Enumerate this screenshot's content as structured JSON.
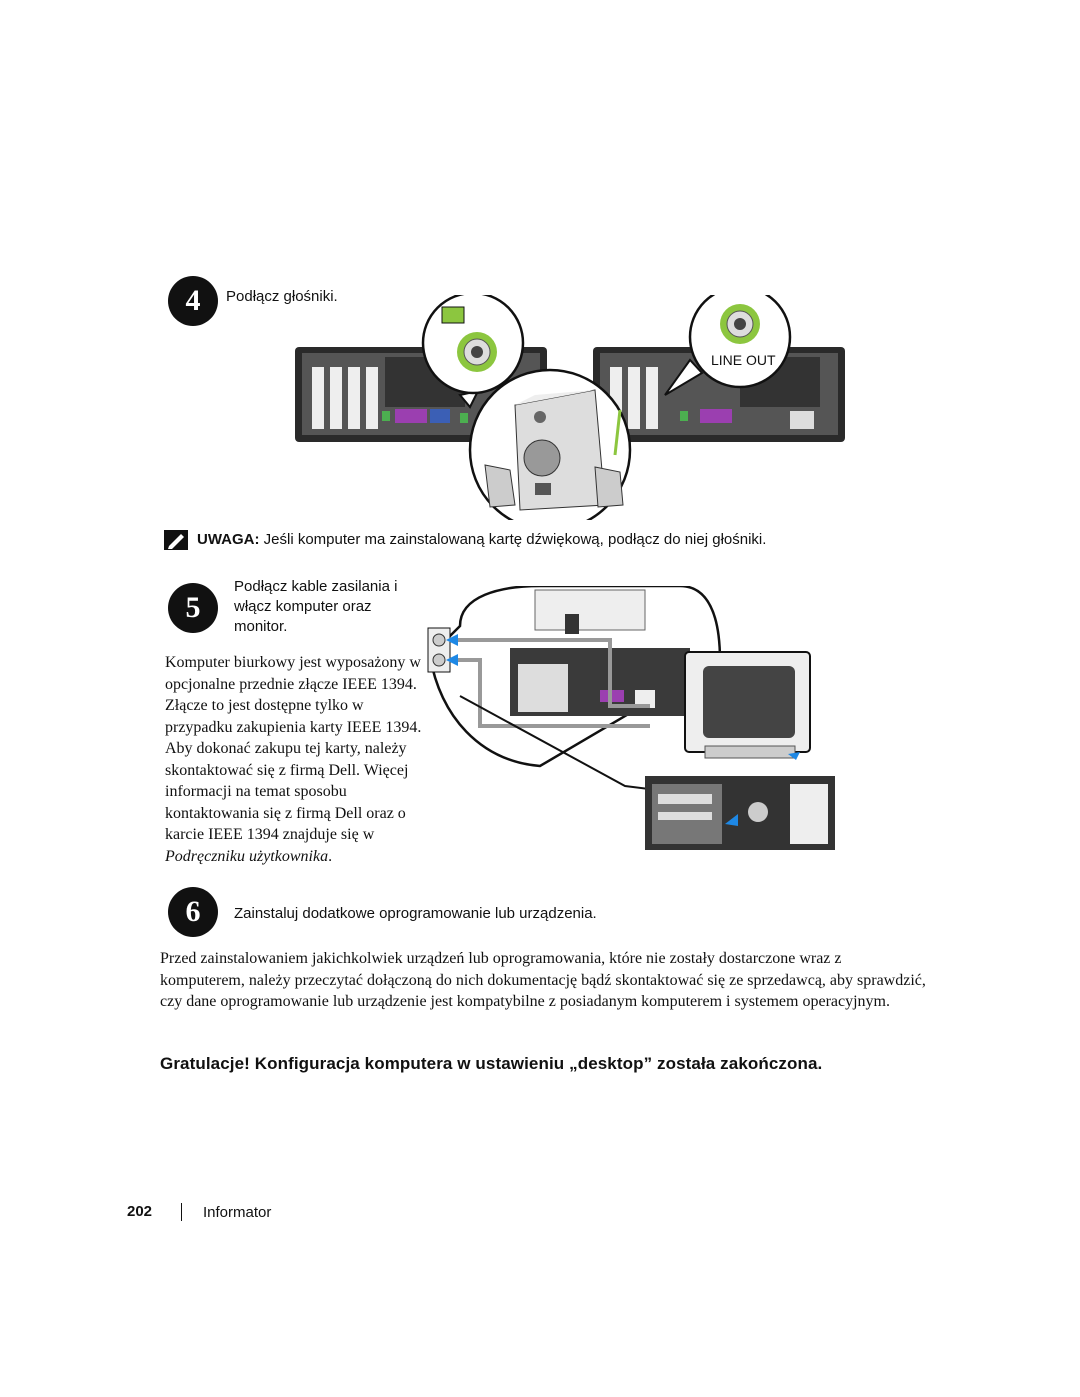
{
  "step4": {
    "number": "4",
    "text": "Podłącz głośniki.",
    "callout": "LINE OUT"
  },
  "note": {
    "label": "UWAGA:",
    "text": " Jeśli komputer ma zainstalowaną kartę dźwiękową, podłącz do niej głośniki."
  },
  "step5": {
    "number": "5",
    "text": "Podłącz kable zasilania i włącz komputer oraz monitor.",
    "paragraph_main": "Komputer biurkowy jest wyposażony w opcjonalne przednie złącze IEEE 1394. Złącze to jest dostępne tylko w przypadku zakupienia karty IEEE 1394. Aby dokonać zakupu tej karty, należy skontaktować się z firmą Dell. Więcej informacji na temat sposobu kontaktowania się z firmą Dell oraz o karcie IEEE 1394 znajduje się w ",
    "paragraph_italic": "Podręczniku użytkownika",
    "paragraph_end": "."
  },
  "step6": {
    "number": "6",
    "text": "Zainstaluj dodatkowe oprogramowanie lub urządzenia."
  },
  "body_paragraph": "Przed zainstalowaniem jakichkolwiek urządzeń lub oprogramowania, które nie zostały dostarczone wraz z komputerem, należy przeczytać dołączoną do nich dokumentację bądź skontaktować się ze sprzedawcą, aby sprawdzić, czy dane oprogramowanie lub urządzenie jest kompatybilne z posiadanym komputerem i systemem operacyjnym.",
  "headline": "Gratulacje! Konfiguracja komputera w ustawieniu „desktop” została zakończona.",
  "footer": {
    "page_number": "202",
    "section": "Informator"
  },
  "colors": {
    "accent_green": "#8cc63f",
    "arrow_blue": "#1e88e5"
  }
}
